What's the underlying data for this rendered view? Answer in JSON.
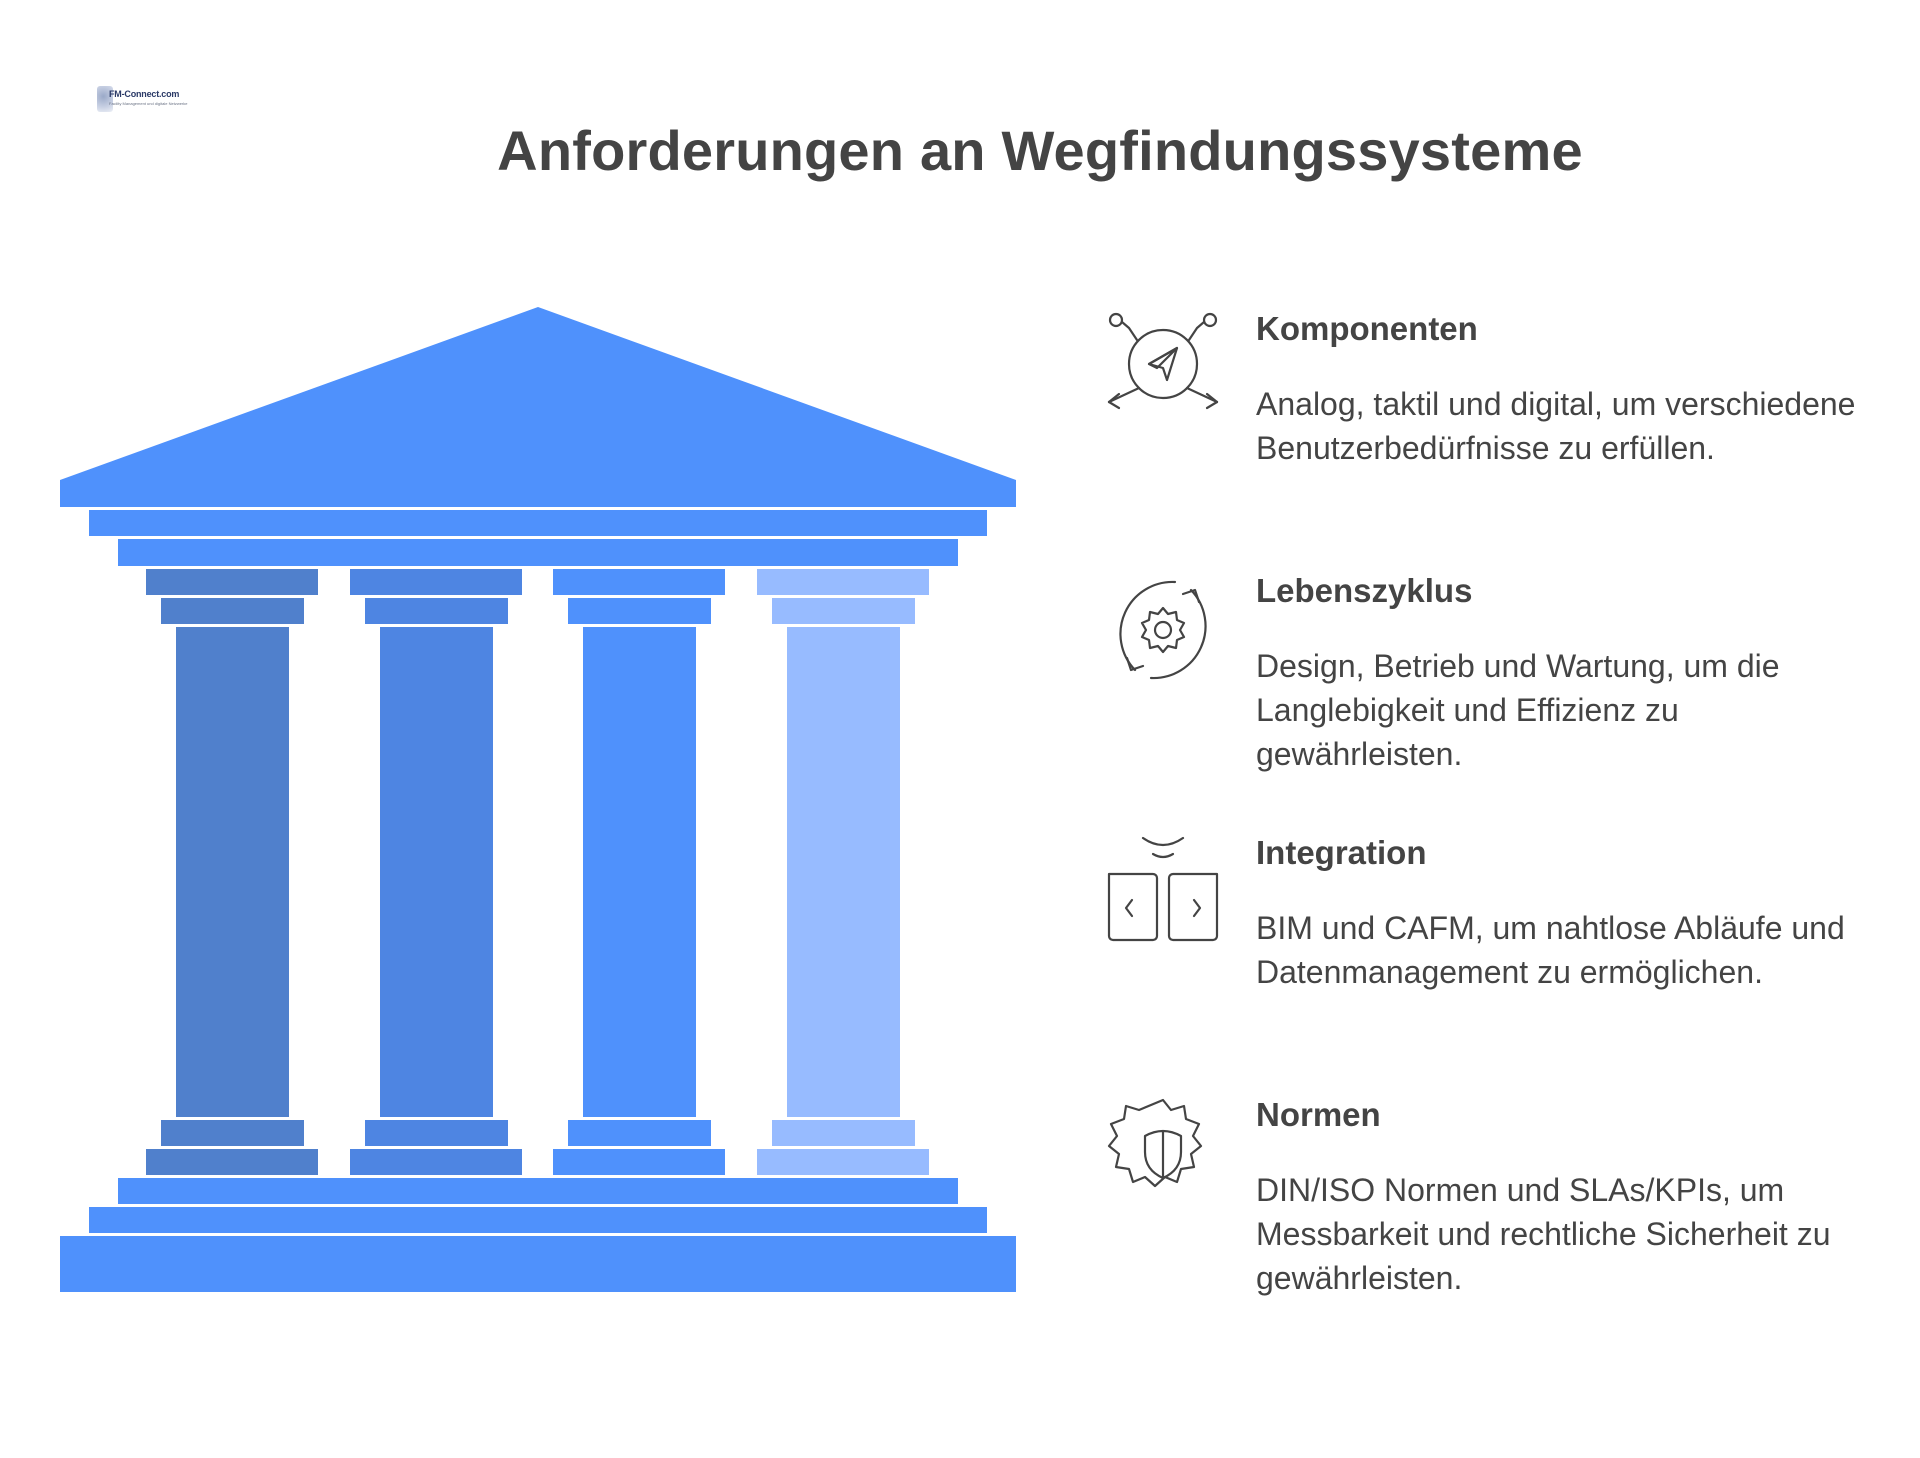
{
  "logo": {
    "name": "FM-Connect.com",
    "tagline": "Facility Management und digitale Netzwerke"
  },
  "title": "Anforderungen an Wegfindungssysteme",
  "temple": {
    "roof_color": "#4f91fc",
    "columns": [
      {
        "color": "#5080cc"
      },
      {
        "color": "#4e85e2"
      },
      {
        "color": "#4f91fc"
      },
      {
        "color": "#97bbff"
      }
    ]
  },
  "items": [
    {
      "icon": "navigation-arrows-icon",
      "heading": "Komponenten",
      "text": "Analog, taktil und digital, um verschiedene Benutzerbedürfnisse zu erfüllen."
    },
    {
      "icon": "gear-cycle-icon",
      "heading": "Lebenszyklus",
      "text": "Design, Betrieb und Wartung, um die Langlebigkeit und Effizienz zu gewährleisten."
    },
    {
      "icon": "integration-panels-icon",
      "heading": "Integration",
      "text": "BIM und CAFM, um nahtlose Abläufe und Datenmanagement zu ermöglichen."
    },
    {
      "icon": "shield-gear-icon",
      "heading": "Normen",
      "text": "DIN/ISO Normen und SLAs/KPIs, um Messbarkeit und rechtliche Sicherheit zu gewährleisten."
    }
  ]
}
